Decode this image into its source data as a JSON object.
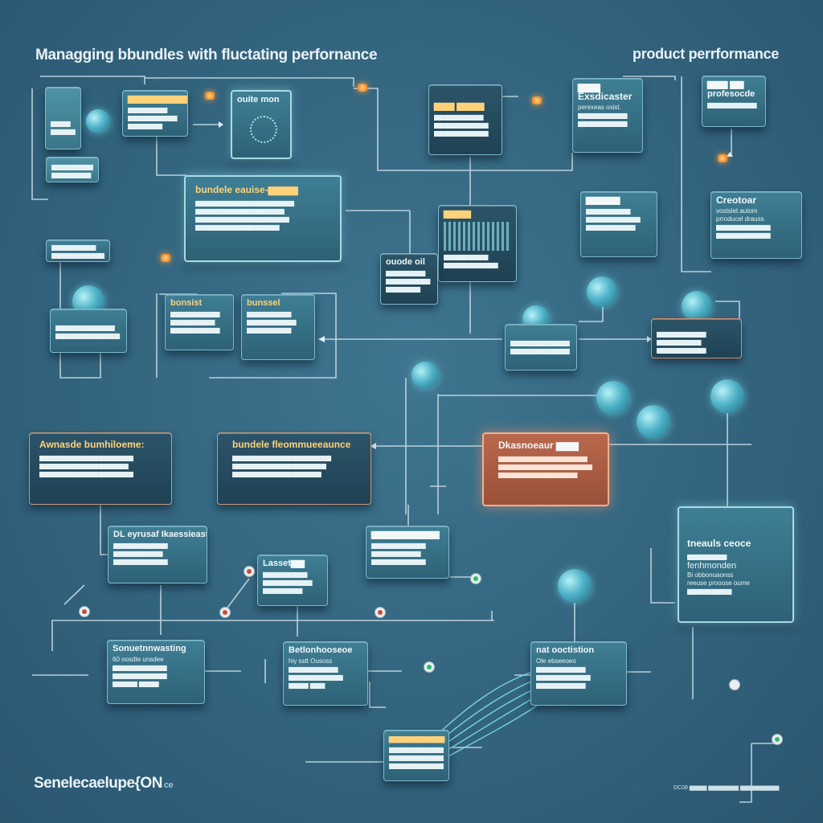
{
  "header": {
    "title_left": "Managging bbundles with fluctating perfornance",
    "title_right": "product perrformance"
  },
  "nodes": {
    "n1": {
      "title": "",
      "lines": [
        "▆▆▆▆",
        "▆▆▆▆▆"
      ]
    },
    "n2": {
      "title": "",
      "lines": [
        "▆▆▆▆▆▆▆▆▆",
        "▆▆▆▆▆▆▆▆"
      ]
    },
    "n3": {
      "title": "▆▆▆▆▆▆▆▆▆",
      "lines": [
        "▆▆▆▆▆▆▆▆",
        "▆▆▆▆▆▆▆▆▆▆",
        "▆▆▆▆▆▆▆"
      ]
    },
    "n4": {
      "title": "ouite mon",
      "lines": []
    },
    "n5": {
      "title": "▆▆▆ ▆▆▆▆",
      "lines": [
        "▆▆▆▆▆▆▆▆▆▆",
        "▆▆▆▆▆▆▆▆▆▆▆",
        "▆▆▆▆▆▆▆▆▆▆▆"
      ]
    },
    "n6": {
      "title": "▆▆▆ Exsdicaster",
      "lines": [
        "perexeas oxist.",
        "▆▆▆▆▆▆▆▆▆▆",
        "▆▆▆▆▆▆▆▆▆▆"
      ]
    },
    "n7": {
      "title": "▆▆▆ ▆▆ profesocde",
      "lines": [
        "▆▆▆▆▆▆▆▆▆▆"
      ]
    },
    "n8": {
      "title": "bundele eauise-▆▆▆▆",
      "lines": [
        "▆▆▆▆▆▆▆▆▆▆▆▆▆▆▆▆▆▆▆▆",
        "▆▆▆▆▆▆▆▆▆▆▆▆▆▆▆▆▆▆",
        "▆▆▆▆▆▆▆▆▆▆▆▆▆▆▆▆▆▆▆",
        "▆▆▆▆▆▆▆▆▆▆▆▆▆▆▆▆▆"
      ]
    },
    "n9": {
      "title": "▆▆▆▆",
      "lines": [
        "▆▆▆▆▆▆▆▆▆",
        "▆▆▆▆▆▆▆▆▆▆▆"
      ]
    },
    "n10": {
      "title": "▆▆▆▆▆",
      "lines": [
        "▆▆▆▆▆▆▆▆▆",
        "▆▆▆▆▆▆▆▆▆▆▆",
        "▆▆▆▆▆▆▆▆▆▆"
      ]
    },
    "n11": {
      "title": "Creotoar",
      "lines": [
        "vostslet.autom",
        "prroducel drauss",
        "▆▆▆▆▆▆▆▆▆▆▆",
        "▆▆▆▆▆▆▆▆▆▆▆"
      ]
    },
    "n12": {
      "title": "",
      "lines": [
        "▆▆▆▆▆▆▆▆▆",
        "▆▆▆▆▆▆▆▆▆▆▆"
      ]
    },
    "n13": {
      "title": "ouode oil",
      "lines": [
        "▆▆▆▆▆▆▆▆",
        "▆▆▆▆▆▆▆▆▆",
        "▆▆▆▆▆▆▆"
      ]
    },
    "n14": {
      "title": "bonsist",
      "lines": [
        "▆▆▆▆▆▆▆▆▆▆",
        "▆▆▆▆▆▆▆▆▆",
        "▆▆▆▆▆▆▆▆▆▆"
      ]
    },
    "n15": {
      "title": "bunssel",
      "lines": [
        "▆▆▆▆▆▆▆▆▆",
        "▆▆▆▆▆▆▆▆▆▆",
        "▆▆▆▆▆▆▆▆▆"
      ]
    },
    "n16": {
      "title": "",
      "lines": [
        "▆▆▆▆▆▆▆▆▆▆▆▆",
        "▆▆▆▆▆▆▆▆▆▆▆▆▆"
      ]
    },
    "n17": {
      "title": "",
      "lines": [
        "▆▆▆▆▆▆▆▆▆▆▆▆",
        "▆▆▆▆▆▆▆▆▆▆▆▆"
      ]
    },
    "n18": {
      "title": "Awnasde bumhiloeme:",
      "lines": [
        "▆▆▆▆▆▆▆▆▆▆▆▆▆▆▆▆▆▆▆",
        "▆▆▆▆▆▆▆▆▆▆▆▆▆▆▆▆▆▆",
        "▆▆▆▆▆▆▆▆▆▆▆▆▆▆▆▆▆▆▆"
      ]
    },
    "n19": {
      "title": "bundele fleommueeaunce",
      "lines": [
        "▆▆▆▆▆▆▆▆▆▆▆▆▆▆▆▆▆▆▆▆",
        "▆▆▆▆▆▆▆▆▆▆▆▆▆▆▆▆▆▆▆",
        "▆▆▆▆▆▆▆▆▆▆▆▆▆▆▆▆▆▆"
      ]
    },
    "n20": {
      "title": "▆▆▆▆▆▆▆▆▆▆",
      "lines": [
        "▆▆▆▆▆▆▆▆▆▆▆▆▆▆▆▆",
        "▆▆▆▆▆▆▆▆▆▆▆▆▆▆▆▆▆",
        "▆▆▆▆▆▆▆▆▆▆▆▆▆▆▆"
      ]
    },
    "n21": {
      "title": "tneauls ceoce",
      "lines": [
        "▆▆▆▆▆▆▆▆",
        "fenhmonden",
        "Bi obbonuaonss",
        "reeuse prooose oume",
        "▆▆▆▆▆▆▆▆▆"
      ]
    },
    "n22": {
      "title": "DL eyrusaf Ikaessieast",
      "lines": [
        "▆▆▆▆▆▆▆▆▆▆▆",
        "▆▆▆▆▆▆▆▆▆▆",
        "▆▆▆▆▆▆▆▆▆▆▆"
      ]
    },
    "n23": {
      "title": "Lasset▆▆",
      "lines": [
        "▆▆▆▆▆▆▆▆▆",
        "▆▆▆▆▆▆▆▆▆▆",
        "▆▆▆▆▆▆▆▆"
      ]
    },
    "n24": {
      "title": "▆▆▆▆▆▆▆▆▆▆",
      "lines": [
        "▆▆▆▆▆▆▆▆▆▆▆",
        "▆▆▆▆▆▆▆▆▆▆",
        "▆▆▆▆▆▆▆▆▆▆▆"
      ]
    },
    "n25": {
      "title": "Sonuetnnwasting",
      "lines": [
        "60 oosdte unsdee",
        "▆▆▆▆▆▆▆▆▆▆▆",
        "▆▆▆▆▆▆▆▆▆▆▆",
        "▆▆▆▆▆ ▆▆▆▆"
      ]
    },
    "n26": {
      "title": "Betlonhooseoe",
      "lines": [
        "hiy sstt Ousoss",
        "▆▆▆▆▆▆▆▆▆▆",
        "▆▆▆▆▆▆▆▆▆▆▆",
        "▆▆▆▆ ▆▆▆"
      ]
    },
    "n27": {
      "title": "nat ooctistion",
      "lines": [
        "Ole ebseeoeo",
        "▆▆▆▆▆▆▆▆▆▆",
        "▆▆▆▆▆▆▆▆▆▆▆",
        "▆▆▆▆▆▆▆▆▆▆"
      ]
    },
    "n28": {
      "title": "▆▆▆▆▆▆▆▆▆▆",
      "lines": [
        "▆▆▆▆▆▆▆▆▆▆",
        "▆▆▆▆▆▆▆▆▆",
        "▆▆▆▆▆▆▆▆▆▆"
      ]
    }
  },
  "hot_node": {
    "title": "Dkasnoeaur ▆▆▆",
    "lines": [
      "▆▆▆▆▆▆▆▆▆▆▆▆▆▆▆▆▆▆",
      "▆▆▆▆▆▆▆▆▆▆▆▆▆▆▆▆▆▆▆",
      "▆▆▆▆▆▆▆▆▆▆▆▆▆▆▆▆"
    ]
  },
  "footer": {
    "brand": "Senelecaelupe{ON",
    "brand_suffix": "ce",
    "note": "DC08 ▆▆▆▆ ▆▆▆▆▆▆▆ ▆▆▆▆▆▆▆▆▆"
  },
  "colors": {
    "background": "#33647e",
    "node": "#2e6176",
    "accent_text": "#ffd27a",
    "hot_node": "#b9684c",
    "connector": "#cfe3ea",
    "led": "#f08a2a"
  }
}
